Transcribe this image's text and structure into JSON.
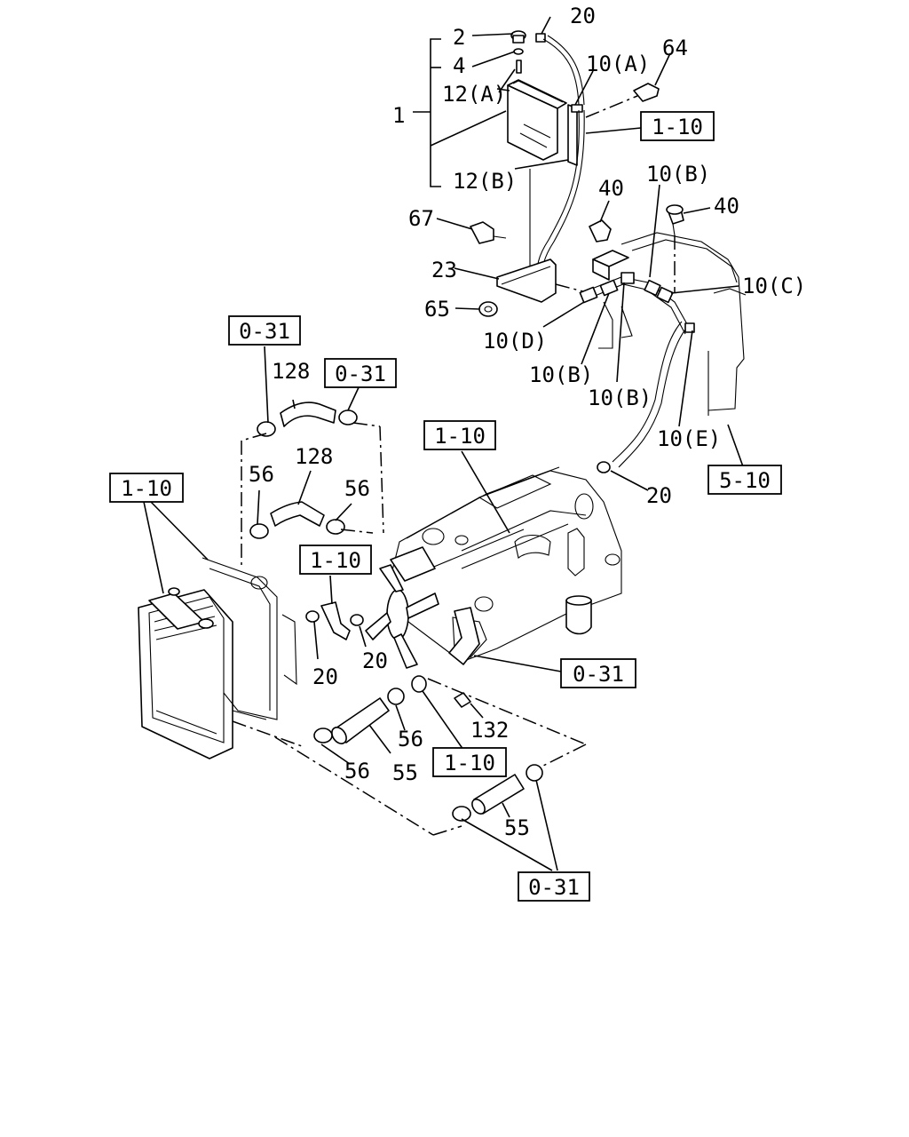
{
  "callouts": {
    "c2": "2",
    "c20_top": "20",
    "c4": "4",
    "c10a": "10(A)",
    "c64": "64",
    "c12a": "12(A)",
    "c1": "1",
    "c12b": "12(B)",
    "c10b_top": "10(B)",
    "c40_a": "40",
    "c40_b": "40",
    "c67": "67",
    "c23": "23",
    "c10c": "10(C)",
    "c65": "65",
    "c10d": "10(D)",
    "c10b_a": "10(B)",
    "c10b_b": "10(B)",
    "c10e": "10(E)",
    "c128_a": "128",
    "c128_b": "128",
    "c56_a": "56",
    "c56_b": "56",
    "c20_right": "20",
    "c20_left": "20",
    "c20_mid": "20",
    "c132": "132",
    "c56_c": "56",
    "c56_d": "56",
    "c55_a": "55",
    "c55_b": "55"
  },
  "references": {
    "r1_10_top": "1-10",
    "r0_31_a": "0-31",
    "r0_31_b": "0-31",
    "r1_10_engine": "1-10",
    "r5_10": "5-10",
    "r1_10_radiator": "1-10",
    "r1_10_hose": "1-10",
    "r0_31_c": "0-31",
    "r1_10_bottom": "1-10",
    "r0_31_d": "0-31"
  }
}
